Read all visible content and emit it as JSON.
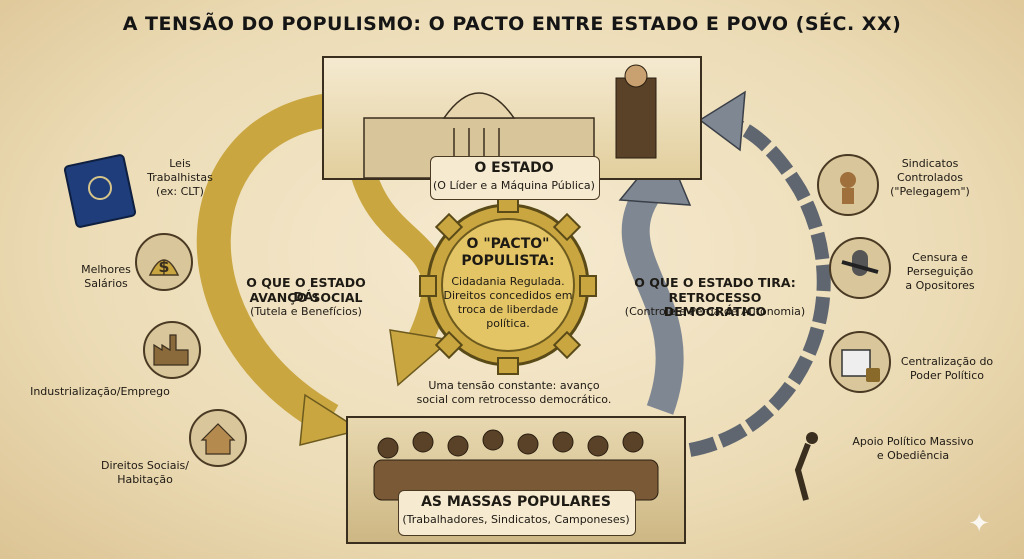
{
  "title": "A TENSÃO DO POPULISMO: O PACTO ENTRE ESTADO E POVO (SÉC. XX)",
  "estado": {
    "title": "O ESTADO",
    "subtitle": "(O Líder e a Máquina Pública)"
  },
  "pacto": {
    "title_line1": "O \"PACTO\"",
    "title_line2": "POPULISTA:",
    "body": [
      "Cidadania Regulada.",
      "Direitos concedidos em",
      "troca de liberdade",
      "política."
    ]
  },
  "massas": {
    "title": "AS MASSAS POPULARES",
    "subtitle": "(Trabalhadores, Sindicatos, Camponeses)"
  },
  "da": {
    "title_line1": "O QUE O ESTADO DÁ:",
    "title_line2": "AVANÇO SOCIAL",
    "subtitle": "(Tutela e Benefícios)"
  },
  "tira": {
    "title_line1": "O QUE O ESTADO TIRA:",
    "title_line2": "RETROCESSO DEMOCRÁTICO",
    "subtitle": "(Controle e Perda de Autonomia)"
  },
  "tensao": [
    "Uma tensão constante: avanço",
    "social com retrocesso democrático."
  ],
  "left_items": [
    {
      "label": [
        "Leis",
        "Trabalhistas",
        "(ex: CLT)"
      ],
      "icon": "document-icon"
    },
    {
      "label": [
        "Melhores",
        "Salários"
      ],
      "icon": "money-bag-icon"
    },
    {
      "label": [
        "Industrialização/Emprego"
      ],
      "icon": "factory-icon"
    },
    {
      "label": [
        "Direitos Sociais/",
        "Habitação"
      ],
      "icon": "house-icon"
    }
  ],
  "right_items": [
    {
      "label": [
        "Sindicatos",
        "Controlados",
        "(\"Pelegagem\")"
      ],
      "icon": "puppet-icon"
    },
    {
      "label": [
        "Censura e",
        "Perseguição",
        "a Opositores"
      ],
      "icon": "microphone-icon"
    },
    {
      "label": [
        "Centralização do",
        "Poder Político"
      ],
      "icon": "ballot-lock-icon"
    },
    {
      "label": [
        "Apoio Político Massivo",
        "e Obediência"
      ],
      "icon": "bowing-man-icon"
    }
  ],
  "colors": {
    "gold": "#c9a640",
    "steel": "#7f8793",
    "background": "#efe0bd",
    "ink": "#1e1a14"
  }
}
